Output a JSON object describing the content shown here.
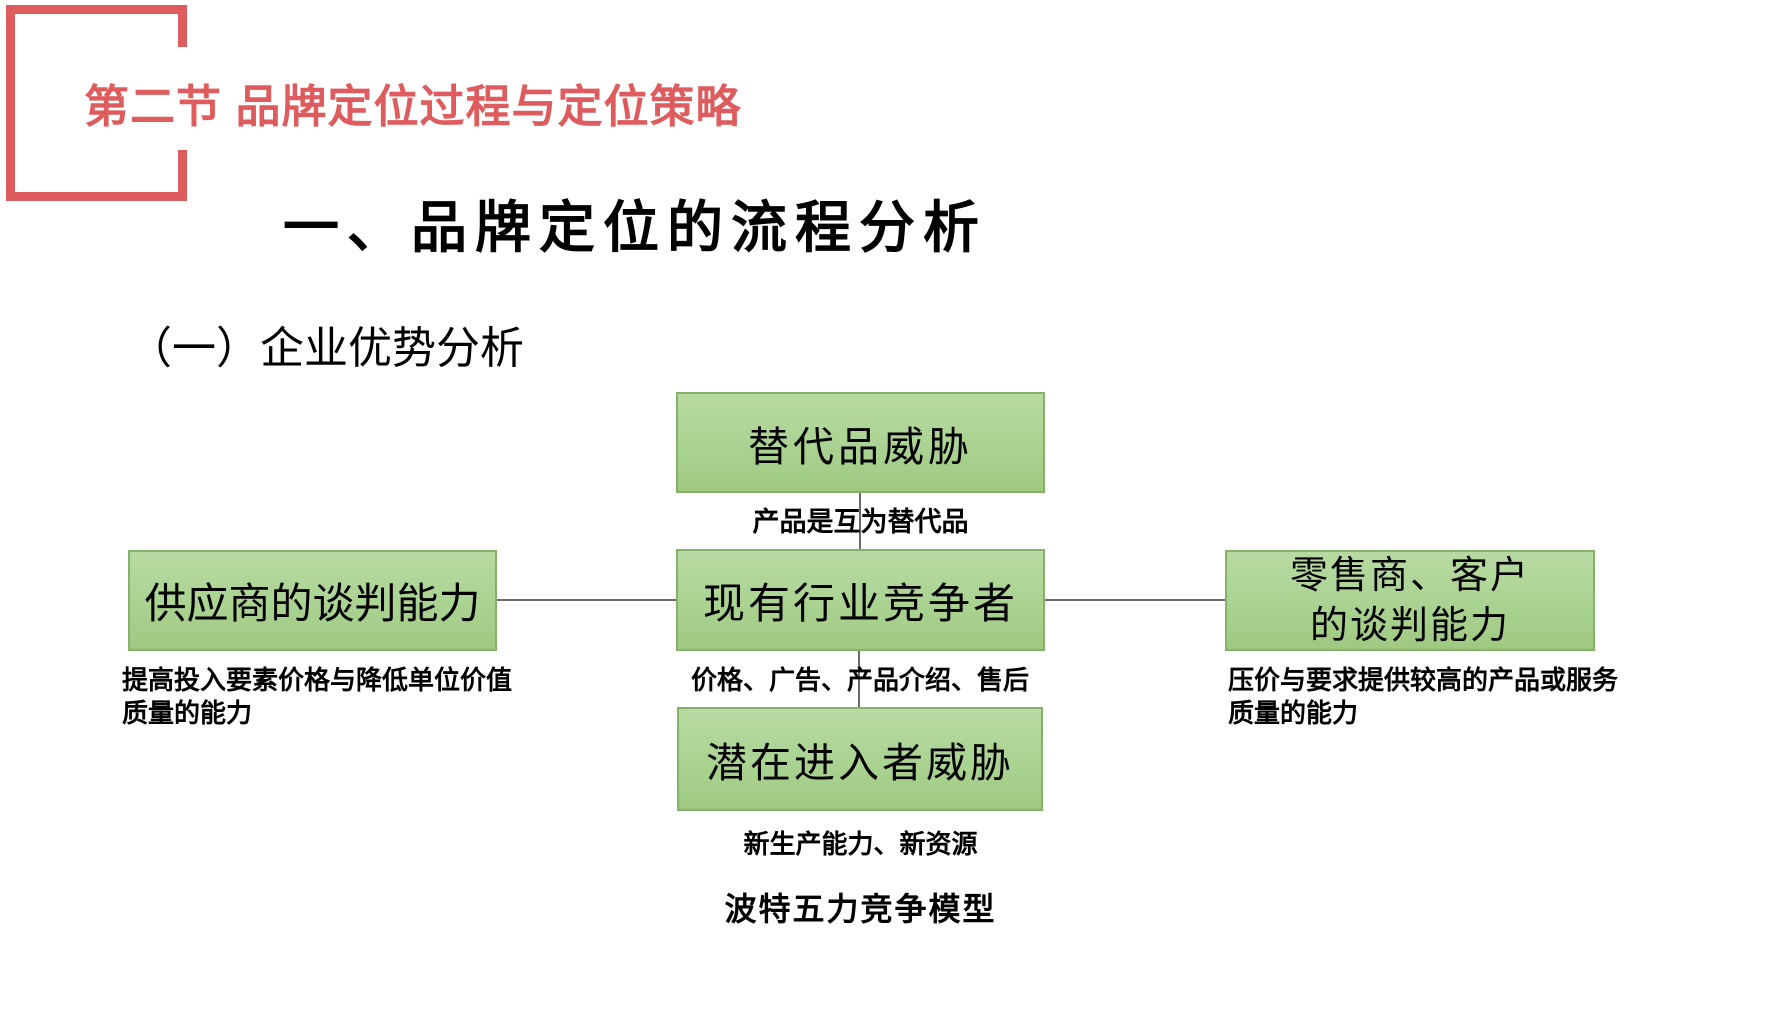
{
  "header": {
    "section_title": "第二节 品牌定位过程与定位策略"
  },
  "headings": {
    "main": "一、品牌定位的流程分析",
    "sub": "（一）企业优势分析"
  },
  "diagram": {
    "type": "five-forces-diagram",
    "boxes": {
      "substitutes": {
        "label": "替代品威胁",
        "note": "产品是互为替代品"
      },
      "suppliers": {
        "label": "供应商的谈判能力",
        "note_line1": "提高投入要素价格与降低单位价值",
        "note_line2": "质量的能力"
      },
      "rivals": {
        "label": "现有行业竞争者",
        "note": "价格、广告、产品介绍、售后"
      },
      "buyers": {
        "label_line1": "零售商、客户",
        "label_line2": "的谈判能力",
        "note_line1": "压价与要求提供较高的产品或服务",
        "note_line2": "质量的能力"
      },
      "entrants": {
        "label": "潜在进入者威胁",
        "note": "新生产能力、新资源"
      }
    },
    "caption": "波特五力竞争模型"
  },
  "colors": {
    "accent_red": "#df5c5e",
    "box_fill_top": "#b7daa2",
    "box_fill_bottom": "#9fc981",
    "box_border": "#85b268",
    "connector_gray": "#6b6b6b",
    "text_black": "#000000"
  }
}
